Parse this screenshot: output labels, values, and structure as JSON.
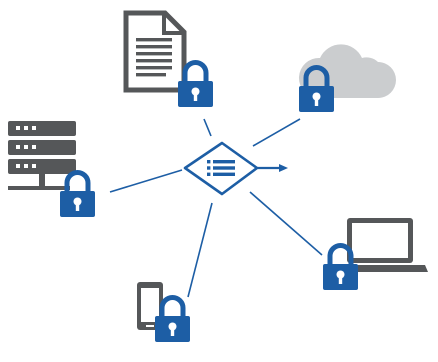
{
  "colors": {
    "accent": "#1d5ea5",
    "device": "#555759",
    "cloud": "#cbcdcf",
    "paper": "#ffffff"
  },
  "hub": {
    "icon": "list-diamond-icon",
    "arrow_icon": "arrow-right-icon"
  },
  "nodes": [
    {
      "name": "document",
      "icon": "document-icon",
      "lock": "padlock-icon"
    },
    {
      "name": "cloud",
      "icon": "cloud-icon",
      "lock": "padlock-icon"
    },
    {
      "name": "server",
      "icon": "server-icon",
      "lock": "padlock-icon"
    },
    {
      "name": "laptop",
      "icon": "laptop-icon",
      "lock": "padlock-icon"
    },
    {
      "name": "phone",
      "icon": "phone-icon",
      "lock": "padlock-icon"
    }
  ]
}
